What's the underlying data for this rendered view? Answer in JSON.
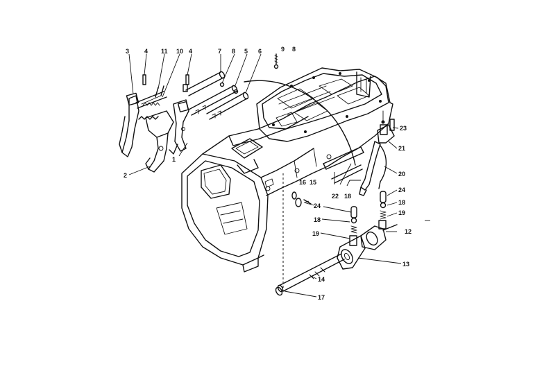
{
  "callouts": [
    {
      "id": "c-3",
      "text": "3"
    },
    {
      "id": "c-4a",
      "text": "4"
    },
    {
      "id": "c-11",
      "text": "11"
    },
    {
      "id": "c-10",
      "text": "10"
    },
    {
      "id": "c-4b",
      "text": "4"
    },
    {
      "id": "c-7",
      "text": "7"
    },
    {
      "id": "c-8a",
      "text": "8"
    },
    {
      "id": "c-5",
      "text": "5"
    },
    {
      "id": "c-6",
      "text": "6"
    },
    {
      "id": "c-9",
      "text": "9"
    },
    {
      "id": "c-8b",
      "text": "8"
    },
    {
      "id": "c-1",
      "text": "1"
    },
    {
      "id": "c-2",
      "text": "2"
    },
    {
      "id": "c-23",
      "text": "23"
    },
    {
      "id": "c-21",
      "text": "21"
    },
    {
      "id": "c-20",
      "text": "20"
    },
    {
      "id": "c-24a",
      "text": "24"
    },
    {
      "id": "c-18a",
      "text": "18"
    },
    {
      "id": "c-19a",
      "text": "19"
    },
    {
      "id": "c-12",
      "text": "12"
    },
    {
      "id": "c-13",
      "text": "13"
    },
    {
      "id": "c-22",
      "text": "22"
    },
    {
      "id": "c-18b",
      "text": "18"
    },
    {
      "id": "c-16",
      "text": "16"
    },
    {
      "id": "c-15",
      "text": "15"
    },
    {
      "id": "c-24b",
      "text": "24"
    },
    {
      "id": "c-18c",
      "text": "18"
    },
    {
      "id": "c-19b",
      "text": "19"
    },
    {
      "id": "c-14",
      "text": "14"
    },
    {
      "id": "c-17",
      "text": "17"
    }
  ]
}
